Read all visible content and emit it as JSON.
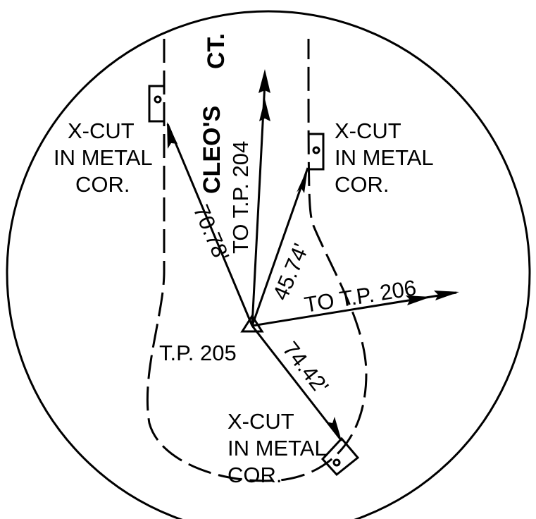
{
  "street": {
    "name": "CLEO'S",
    "suffix": "CT."
  },
  "station": {
    "label": "T.P. 205"
  },
  "rays": {
    "to_tp204": "TO T.P. 204",
    "to_tp206": "TO T.P. 206",
    "dist_upper_left": "70.78'",
    "dist_upper_right": "45.74'",
    "dist_lower_right": "74.42'"
  },
  "corners": {
    "upper_left": {
      "line1": "X-CUT",
      "line2": "IN METAL",
      "line3": "COR."
    },
    "upper_right": {
      "line1": "X-CUT",
      "line2": "IN METAL",
      "line3": "COR."
    },
    "lower": {
      "line1": "X-CUT",
      "line2": "IN METAL",
      "line3": "COR."
    }
  }
}
